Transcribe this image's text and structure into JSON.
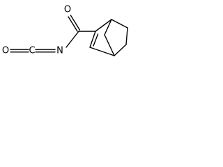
{
  "structure": {
    "atoms": {
      "carbonyl_oxygen": "O",
      "isocyanate_oxygen": "O",
      "isocyanate_carbon": "C",
      "nitrogen": "N"
    }
  },
  "colors": {
    "background": "#ffffff",
    "ink": "#000000"
  }
}
